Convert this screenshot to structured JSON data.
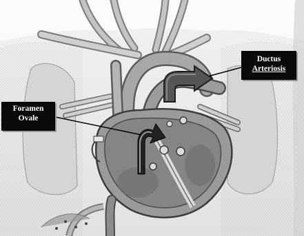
{
  "labels": {
    "foramen": {
      "line1": "Foramen",
      "line2": "Ovale"
    },
    "ductus": {
      "line1": "Ductus",
      "line2": "Arteriosis"
    }
  },
  "colors": {
    "background": "#f7f7f7",
    "vessel": "#bdbdbd",
    "vessel_outline": "#6a6a6a",
    "lung": "#d7d7d7",
    "heart": "#9a9a9a",
    "heart_dark": "#555555",
    "arrow": "#444444",
    "label_bg": "#0a0a0a",
    "label_text": "#ffffff"
  }
}
